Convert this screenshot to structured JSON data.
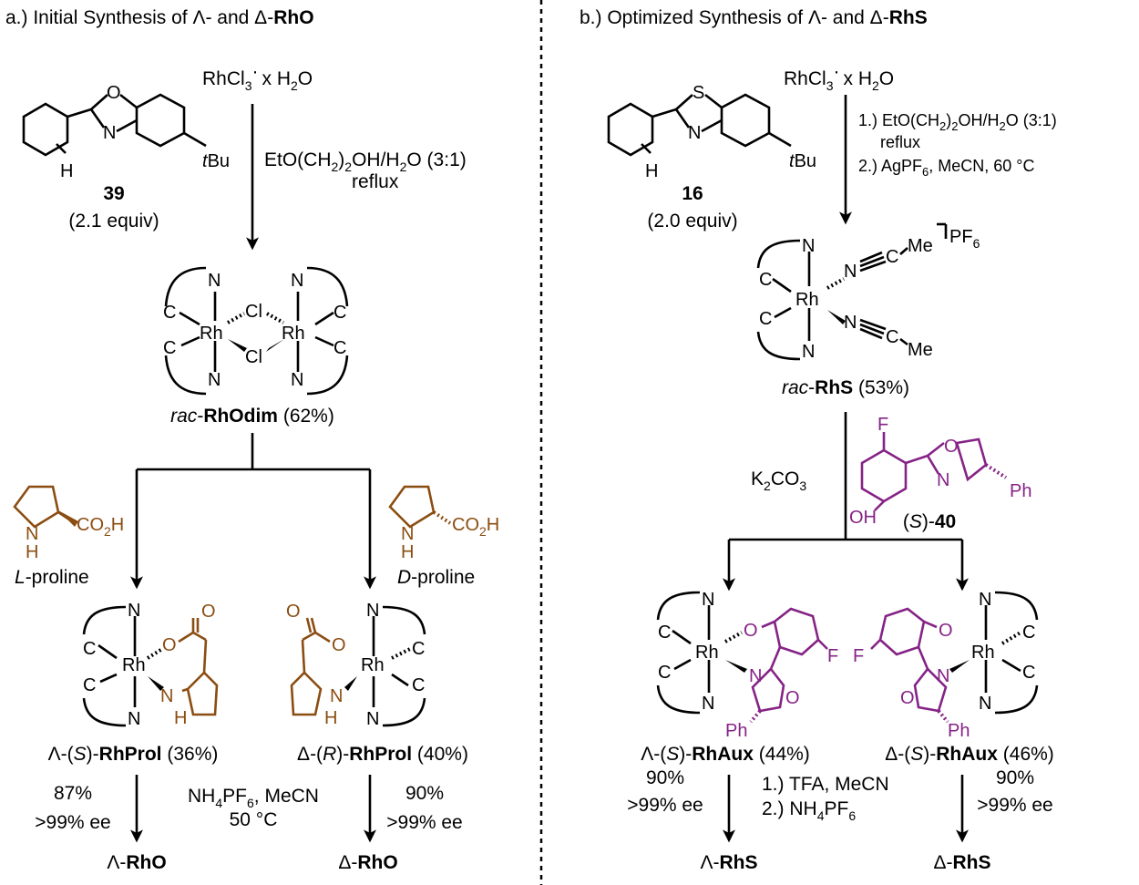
{
  "colors": {
    "ink": "#000000",
    "proline": "#8b4d12",
    "auxiliary": "#852386"
  },
  "panel_a": {
    "title_prefix": "a.) Initial Synthesis of ",
    "title_mid": "- and ",
    "lambda": "Λ",
    "delta": "Δ",
    "title_compound": "RhO",
    "reactant": {
      "formula": "RhCl",
      "sub3": "3",
      "dot": "·",
      "water": "x H",
      "sub2": "2",
      "o": "O"
    },
    "ligand": {
      "number": "39",
      "equiv": "(2.1 equiv)",
      "tbu_t": "t",
      "tbu": "Bu"
    },
    "conditions": {
      "line1_a": "EtO(CH",
      "line1_sub": "2",
      "line1_b": ")",
      "line1_c": "2",
      "line1_d": "OH/H",
      "line1_e": "2",
      "line1_f": "O (3:1)",
      "line2": "reflux"
    },
    "dimer_label": {
      "rac": "rac",
      "name": "RhOdim",
      "yield": "(62%)"
    },
    "left_aux": {
      "name_i": "L",
      "name": "-proline"
    },
    "right_aux": {
      "name_i": "D",
      "name": "-proline"
    },
    "left_product": {
      "prefix": "-(",
      "config": "S",
      "close": ")-",
      "name": "RhProl",
      "yield": "(36%)"
    },
    "right_product": {
      "prefix": "-(",
      "config": "R",
      "close": ")-",
      "name": "RhProl",
      "yield": "(40%)"
    },
    "removal": {
      "line1_a": "NH",
      "line1_sub": "4",
      "line1_b": "PF",
      "line1_sub2": "6",
      "line1_c": ", MeCN",
      "line2": "50 °C"
    },
    "left_yield": {
      "pct": "87%",
      "ee": ">99% ee"
    },
    "right_yield": {
      "pct": "90%",
      "ee": ">99% ee"
    },
    "final_name": "RhO"
  },
  "panel_b": {
    "title_prefix": "b.) Optimized Synthesis of ",
    "title_mid": "- and ",
    "lambda": "Λ",
    "delta": "Δ",
    "title_compound": "RhS",
    "ligand": {
      "number": "16",
      "equiv": "(2.0 equiv)"
    },
    "conditions": {
      "step1_a": "1.) EtO(CH",
      "step1_sub": "2",
      "step1_b": ")",
      "step1_c": "2",
      "step1_d": "OH/H",
      "step1_e": "2",
      "step1_f": "O (3:1)",
      "step1_g": "reflux",
      "step2_a": "2.) AgPF",
      "step2_sub": "6",
      "step2_b": ", MeCN, 60 °C"
    },
    "complex": {
      "counterion": "PF",
      "sub6": "6",
      "me": "Me"
    },
    "rac_label": {
      "rac": "rac",
      "name": "RhS",
      "yield": "(53%)"
    },
    "base": {
      "k": "K",
      "sub": "2",
      "co": "CO",
      "sub3": "3"
    },
    "aux": {
      "open": "(",
      "config": "S",
      "close": ")-",
      "number": "40",
      "f": "F",
      "oh": "OH",
      "o": "O",
      "n": "N",
      "ph": "Ph"
    },
    "left_product": {
      "prefix": "-(",
      "config": "S",
      "close": ")-",
      "name": "RhAux",
      "yield": "(44%)"
    },
    "right_product": {
      "prefix": "-(",
      "config": "S",
      "close": ")-",
      "name": "RhAux",
      "yield": "(46%)"
    },
    "removal": {
      "line1": "1.) TFA, MeCN",
      "line2_a": "2.) NH",
      "line2_sub": "4",
      "line2_b": "PF",
      "line2_sub2": "6"
    },
    "left_yield": {
      "pct": "90%",
      "ee": ">99% ee"
    },
    "right_yield": {
      "pct": "90%",
      "ee": ">99% ee"
    },
    "final_name": "RhS"
  },
  "atoms": {
    "rh": "Rh",
    "n": "N",
    "c": "C",
    "cl": "Cl",
    "o": "O",
    "s": "S",
    "h": "H",
    "f": "F"
  },
  "proline": {
    "co2h_a": "CO",
    "co2h_sub": "2",
    "co2h_b": "H"
  }
}
